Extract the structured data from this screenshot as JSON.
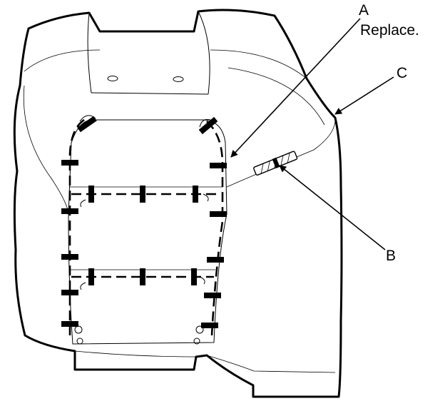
{
  "callouts": {
    "a": {
      "letter": "A",
      "note": "Replace."
    },
    "b": {
      "letter": "B"
    },
    "c": {
      "letter": "C"
    }
  },
  "colors": {
    "line": "#000000",
    "background": "#ffffff"
  }
}
